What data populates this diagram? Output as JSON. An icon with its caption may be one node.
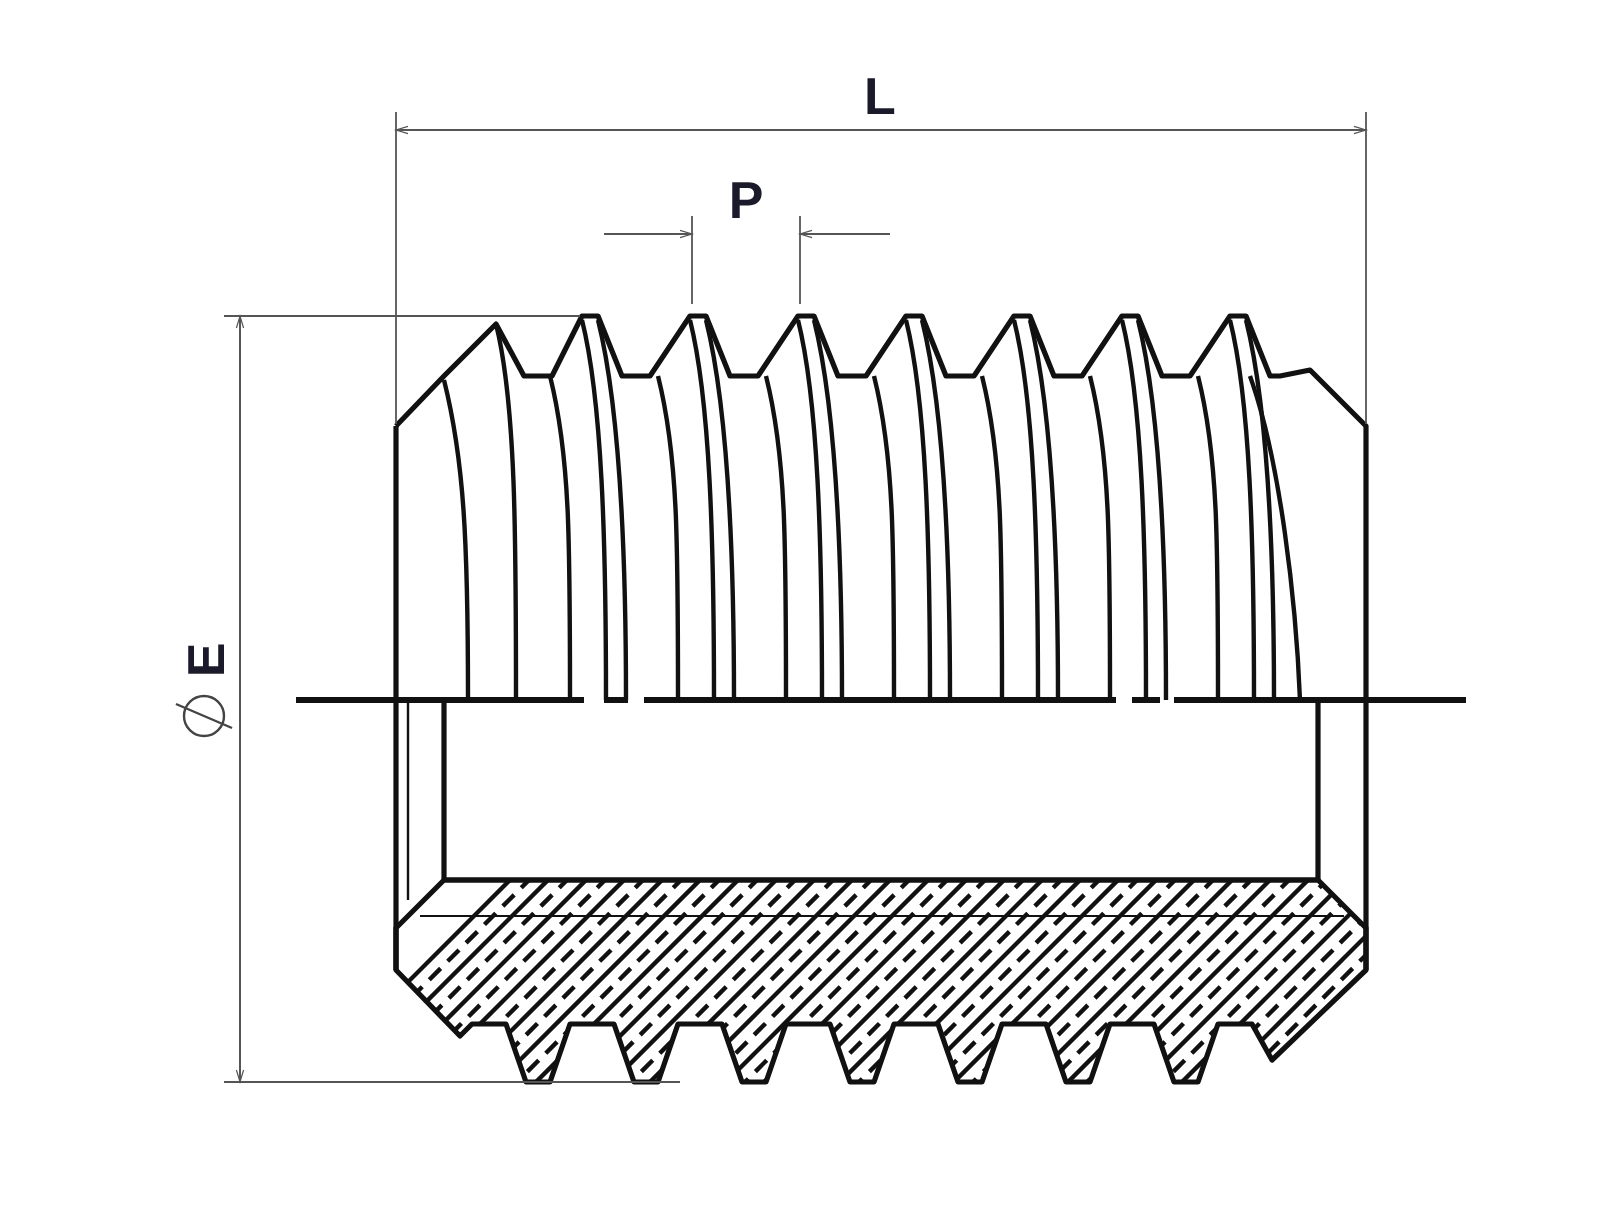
{
  "diagram": {
    "labels": [
      "L",
      "P",
      "E"
    ]
  }
}
